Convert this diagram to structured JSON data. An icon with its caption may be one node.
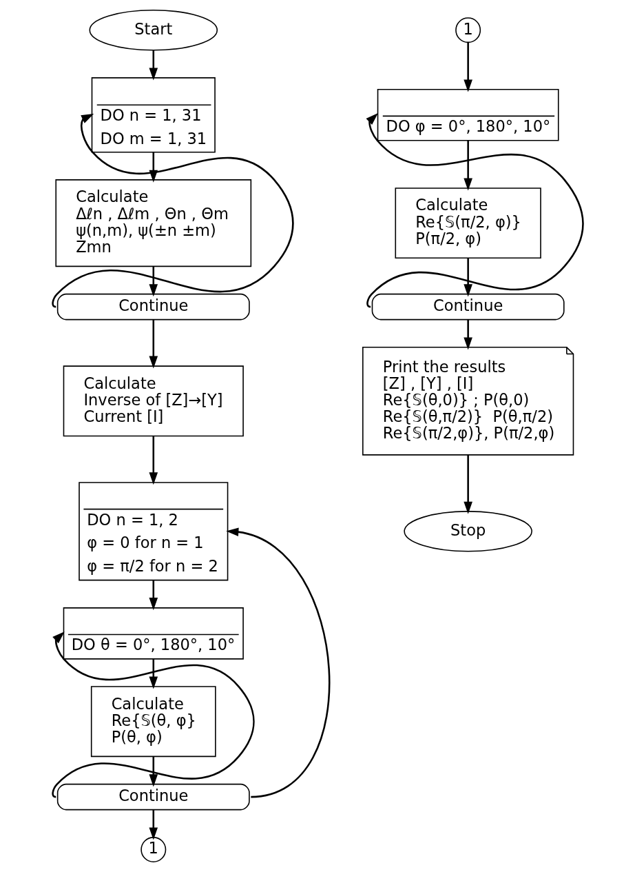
{
  "diagram": {
    "nodes": [
      {
        "text": [
          "Start"
        ]
      },
      {
        "text": [
          "DO n = 1, 31",
          "DO m = 1, 31"
        ]
      },
      {
        "text": [
          "Calculate",
          "Δℓn , Δℓm , Θn , Θm",
          "ψ(n,m), ψ(±n ±m)",
          "Zmn"
        ]
      },
      {
        "text": [
          "Continue"
        ]
      },
      {
        "text": [
          "Calculate",
          "Inverse of [Z]→[Y]",
          "Current [I]"
        ]
      },
      {
        "text": [
          "DO n = 1, 2",
          "φ = 0 for n = 1",
          "φ = π/2 for n = 2"
        ]
      },
      {
        "text": [
          "DO θ = 0°, 180°, 10°"
        ]
      },
      {
        "text": [
          "Calculate",
          "Re{𝕊(θ, φ}",
          "P(θ, φ)"
        ]
      },
      {
        "text": [
          "Continue"
        ]
      },
      {
        "text": [
          "1"
        ]
      },
      {
        "text": [
          "1"
        ]
      },
      {
        "text": [
          "DO φ = 0°, 180°, 10°"
        ]
      },
      {
        "text": [
          "Calculate",
          "Re{𝕊(π/2, φ)}",
          "P(π/2, φ)"
        ]
      },
      {
        "text": [
          "Continue"
        ]
      },
      {
        "text": [
          "Print the results",
          "[Z] , [Y] , [I]",
          "Re{𝕊(θ,0)} ; P(θ,0)",
          "Re{𝕊(θ,π/2)}  P(θ,π/2)",
          "Re{𝕊(π/2,φ)}, P(π/2,φ)"
        ]
      },
      {
        "text": [
          "Stop"
        ]
      }
    ],
    "edges": [
      {
        "from": 0,
        "to": 1,
        "arrow": "to"
      },
      {
        "from": 1,
        "to": 2,
        "arrow": "to"
      },
      {
        "from": 2,
        "to": 3,
        "arrow": "to"
      },
      {
        "from": 3,
        "to": 1,
        "arrow": "to"
      },
      {
        "from": 3,
        "to": 4,
        "arrow": "to"
      },
      {
        "from": 4,
        "to": 5,
        "arrow": "to"
      },
      {
        "from": 5,
        "to": 6,
        "arrow": "to"
      },
      {
        "from": 6,
        "to": 7,
        "arrow": "to"
      },
      {
        "from": 7,
        "to": 8,
        "arrow": "to"
      },
      {
        "from": 8,
        "to": 6,
        "arrow": "to"
      },
      {
        "from": 8,
        "to": 5,
        "arrow": "to"
      },
      {
        "from": 8,
        "to": 9,
        "arrow": "to"
      },
      {
        "from": 10,
        "to": 11,
        "arrow": "to"
      },
      {
        "from": 11,
        "to": 12,
        "arrow": "to"
      },
      {
        "from": 12,
        "to": 13,
        "arrow": "to"
      },
      {
        "from": 13,
        "to": 11,
        "arrow": "to"
      },
      {
        "from": 13,
        "to": 14,
        "arrow": "to"
      },
      {
        "from": 14,
        "to": 15,
        "arrow": "to"
      }
    ]
  }
}
